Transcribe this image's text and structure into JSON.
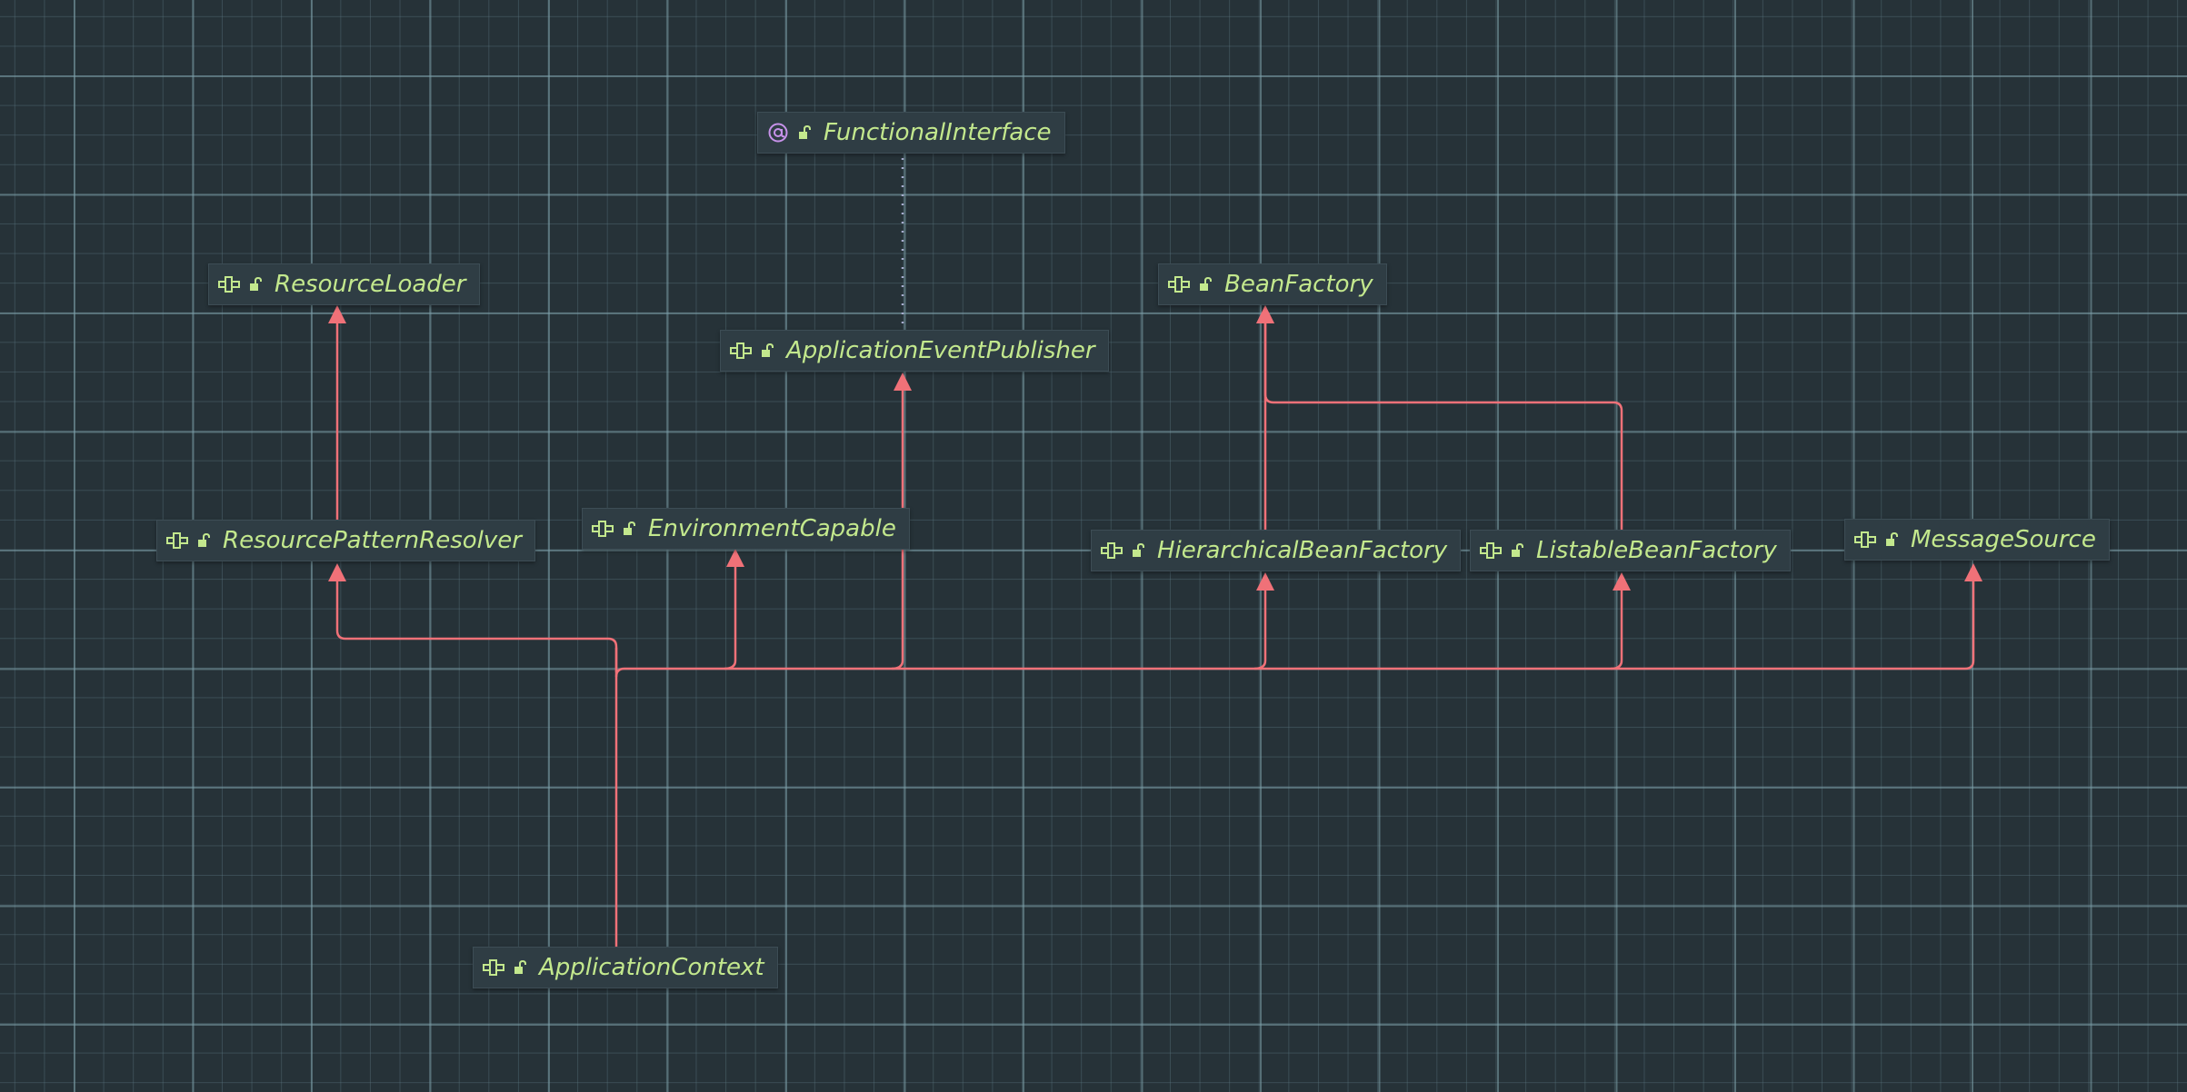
{
  "diagram": {
    "nodes": [
      {
        "id": "functional-interface",
        "label": "FunctionalInterface",
        "kind": "annotation"
      },
      {
        "id": "resource-loader",
        "label": "ResourceLoader",
        "kind": "interface"
      },
      {
        "id": "application-event-publisher",
        "label": "ApplicationEventPublisher",
        "kind": "interface"
      },
      {
        "id": "bean-factory",
        "label": "BeanFactory",
        "kind": "interface"
      },
      {
        "id": "resource-pattern-resolver",
        "label": "ResourcePatternResolver",
        "kind": "interface"
      },
      {
        "id": "environment-capable",
        "label": "EnvironmentCapable",
        "kind": "interface"
      },
      {
        "id": "hierarchical-bean-factory",
        "label": "HierarchicalBeanFactory",
        "kind": "interface"
      },
      {
        "id": "listable-bean-factory",
        "label": "ListableBeanFactory",
        "kind": "interface"
      },
      {
        "id": "message-source",
        "label": "MessageSource",
        "kind": "interface"
      },
      {
        "id": "application-context",
        "label": "ApplicationContext",
        "kind": "interface"
      }
    ],
    "edges": [
      {
        "from": "resource-pattern-resolver",
        "to": "resource-loader",
        "type": "extends"
      },
      {
        "from": "hierarchical-bean-factory",
        "to": "bean-factory",
        "type": "extends"
      },
      {
        "from": "listable-bean-factory",
        "to": "bean-factory",
        "type": "extends"
      },
      {
        "from": "application-event-publisher",
        "to": "functional-interface",
        "type": "annotated-by"
      },
      {
        "from": "application-context",
        "to": "resource-pattern-resolver",
        "type": "extends"
      },
      {
        "from": "application-context",
        "to": "environment-capable",
        "type": "extends"
      },
      {
        "from": "application-context",
        "to": "application-event-publisher",
        "type": "extends"
      },
      {
        "from": "application-context",
        "to": "hierarchical-bean-factory",
        "type": "extends"
      },
      {
        "from": "application-context",
        "to": "listable-bean-factory",
        "type": "extends"
      },
      {
        "from": "application-context",
        "to": "message-source",
        "type": "extends"
      }
    ],
    "colors": {
      "background": "#263238",
      "node_fill": "#2f3d44",
      "node_text": "#c3e88d",
      "interface_icon": "#c3e88d",
      "annotation_icon": "#c792ea",
      "extends_edge": "#f07178",
      "annotation_edge": "#a6accd"
    },
    "icons": {
      "interface": "interface-icon",
      "annotation": "annotation-icon",
      "visibility": "public-lock-icon"
    }
  }
}
